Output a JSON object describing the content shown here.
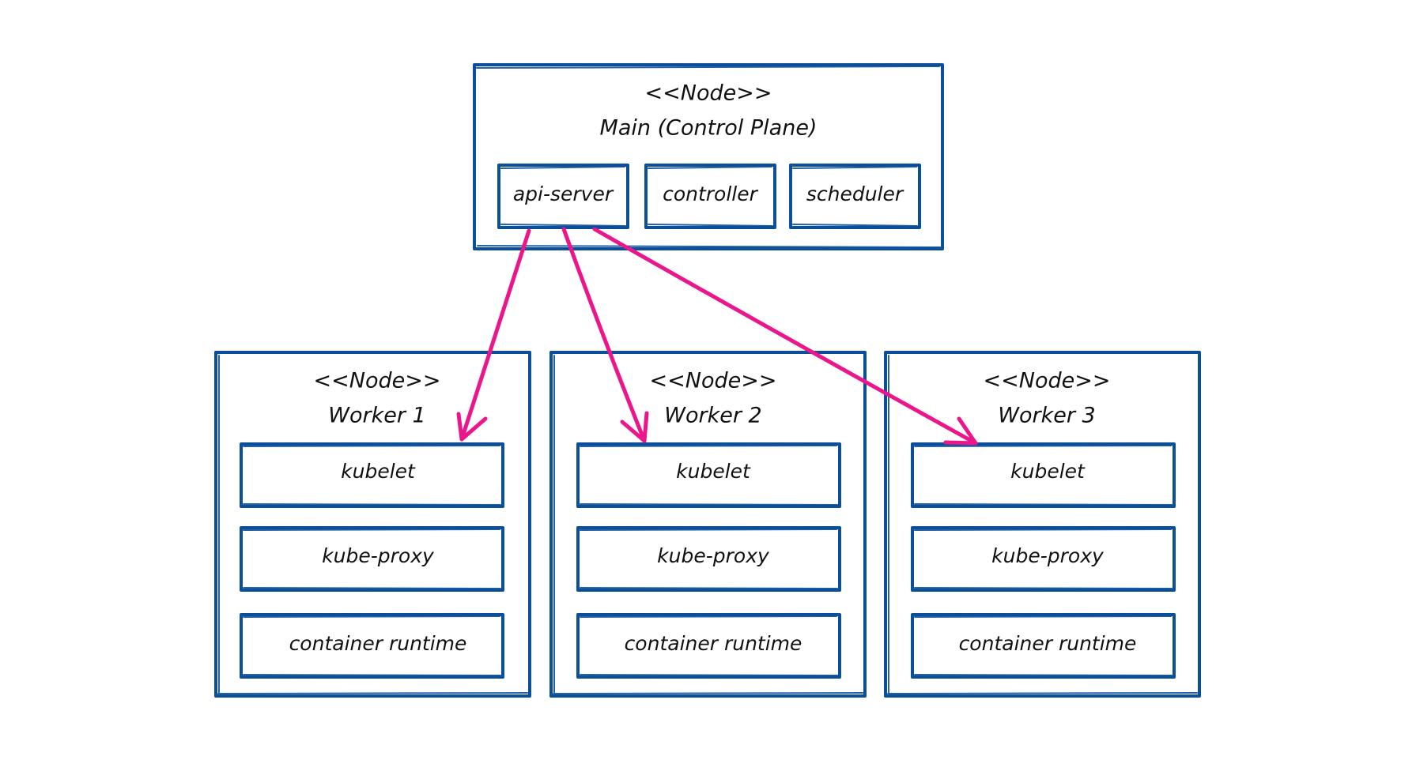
{
  "main_node": {
    "stereotype": "<<Node>>",
    "title": "Main (Control Plane)",
    "components": [
      "api-server",
      "controller",
      "scheduler"
    ]
  },
  "workers": [
    {
      "stereotype": "<<Node>>",
      "title": "Worker 1",
      "components": [
        "kubelet",
        "kube-proxy",
        "container runtime"
      ]
    },
    {
      "stereotype": "<<Node>>",
      "title": "Worker 2",
      "components": [
        "kubelet",
        "kube-proxy",
        "container runtime"
      ]
    },
    {
      "stereotype": "<<Node>>",
      "title": "Worker 3",
      "components": [
        "kubelet",
        "kube-proxy",
        "container runtime"
      ]
    }
  ],
  "connections": [
    {
      "from": "api-server",
      "to": "Worker 1 kubelet"
    },
    {
      "from": "api-server",
      "to": "Worker 2 kubelet"
    },
    {
      "from": "api-server",
      "to": "Worker 3 kubelet"
    }
  ],
  "colors": {
    "box_stroke": "#0b4f9a",
    "arrow": "#ec168c",
    "text": "#111111",
    "background": "#ffffff"
  }
}
